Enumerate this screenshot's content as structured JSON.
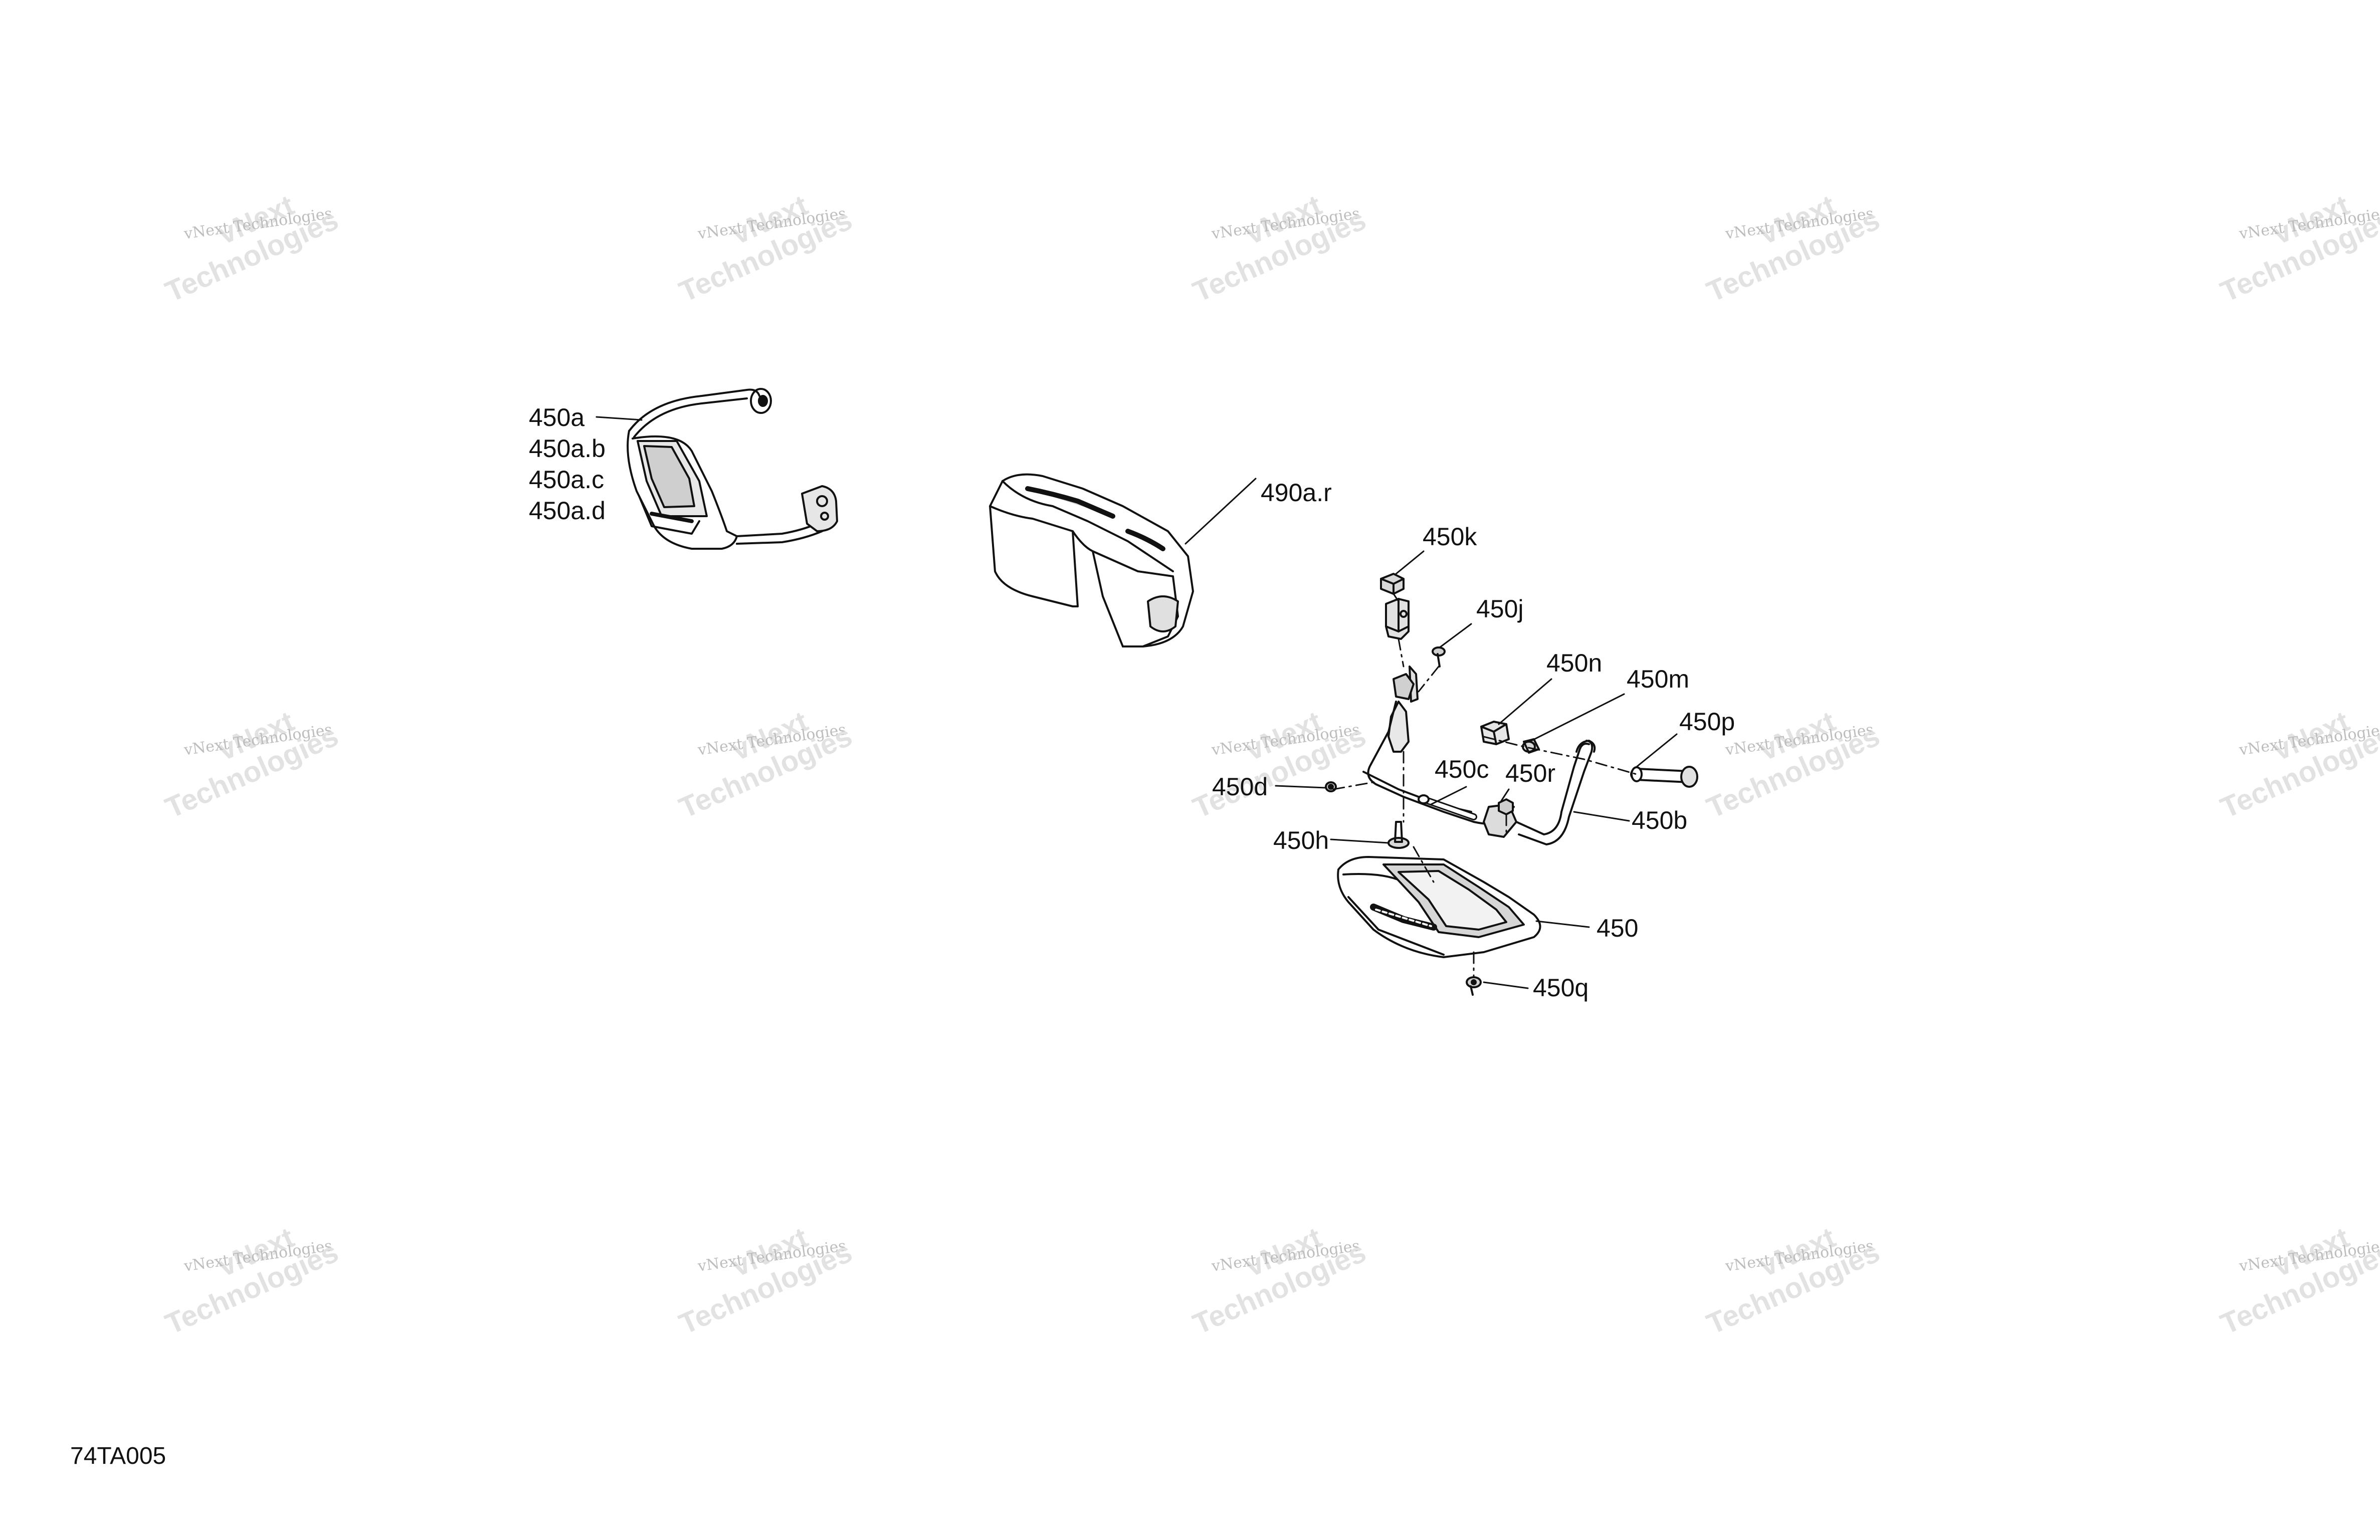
{
  "figure_id": "74TA005",
  "watermark": {
    "brand": "vNext",
    "line1": "vNext Technologies",
    "line2": "Technologies"
  },
  "callouts": [
    {
      "id": "450a",
      "text": "450a"
    },
    {
      "id": "450ab",
      "text": "450a.b"
    },
    {
      "id": "450ac",
      "text": "450a.c"
    },
    {
      "id": "450ad",
      "text": "450a.d"
    },
    {
      "id": "490ar",
      "text": "490a.r"
    },
    {
      "id": "450k",
      "text": "450k"
    },
    {
      "id": "450j",
      "text": "450j"
    },
    {
      "id": "450n",
      "text": "450n"
    },
    {
      "id": "450m",
      "text": "450m"
    },
    {
      "id": "450p",
      "text": "450p"
    },
    {
      "id": "450c",
      "text": "450c"
    },
    {
      "id": "450r",
      "text": "450r"
    },
    {
      "id": "450d",
      "text": "450d"
    },
    {
      "id": "450b",
      "text": "450b"
    },
    {
      "id": "450h",
      "text": "450h"
    },
    {
      "id": "450",
      "text": "450"
    },
    {
      "id": "450q",
      "text": "450q"
    }
  ],
  "colors": {
    "ink": "#111111",
    "watermark": "#bdbdbd"
  }
}
